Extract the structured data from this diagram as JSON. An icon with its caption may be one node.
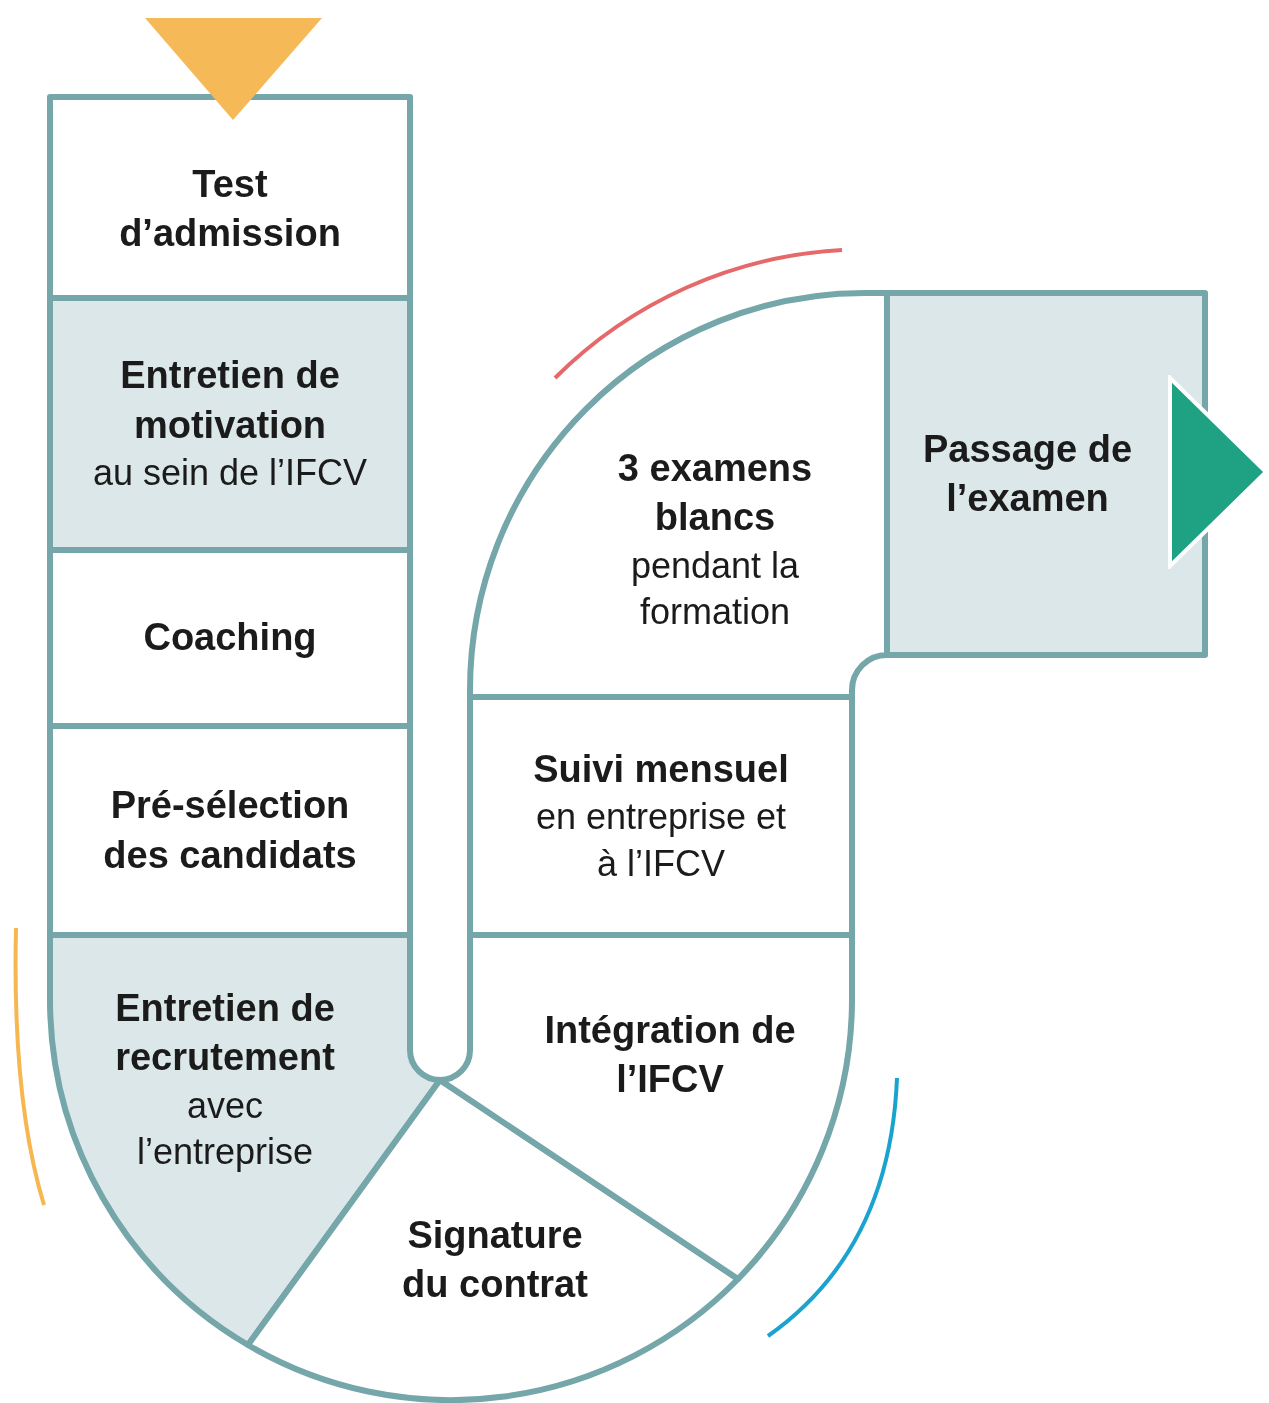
{
  "diagram": {
    "nodes": [
      {
        "text": [
          "Test d’admission"
        ]
      },
      {
        "text": [
          "Entretien de motivation",
          "au sein de l’IFCV"
        ]
      },
      {
        "text": [
          "Coaching"
        ]
      },
      {
        "text": [
          "Pré-sélection des candidats"
        ]
      },
      {
        "text": [
          "Entretien de recrutement",
          "avec l’entreprise"
        ]
      },
      {
        "text": [
          "Signature du contrat"
        ]
      },
      {
        "text": [
          "Intégration de l’IFCV"
        ]
      },
      {
        "text": [
          "Suivi mensuel",
          "en entreprise et à l’IFCV"
        ]
      },
      {
        "text": [
          "3 examens blancs",
          "pendant la formation"
        ]
      },
      {
        "text": [
          "Passage de l’examen"
        ]
      },
      {
        "text": [],
        "shape": "triangle"
      },
      {
        "text": [],
        "shape": "triangle"
      }
    ],
    "edges": []
  }
}
